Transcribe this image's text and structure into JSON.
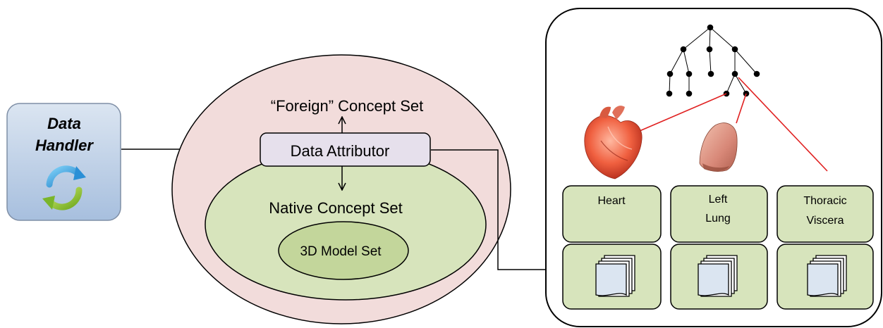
{
  "data_handler": {
    "line1": "Data",
    "line2": "Handler"
  },
  "concepts": {
    "foreign": "“Foreign” Concept Set",
    "attributor": "Data Attributor",
    "native": "Native Concept Set",
    "model_set": "3D Model Set"
  },
  "organs": [
    {
      "lines": [
        "Heart"
      ]
    },
    {
      "lines": [
        "Left",
        "Lung"
      ]
    },
    {
      "lines": [
        "Thoracic",
        "Viscera"
      ]
    }
  ],
  "colors": {
    "handler_fill": "#b9cde5",
    "outer_ellipse": "#f2dcdb",
    "native_ellipse": "#d7e4bc",
    "model_ellipse": "#c3d69b",
    "organ_box": "#d7e4bc",
    "attributor_fill": "#e6e0ec",
    "link_red": "#e02020"
  },
  "icons": {
    "handler": "refresh-cycle-icon",
    "heart": "heart-organ-image",
    "lung": "lung-organ-image",
    "document": "document-stack-icon",
    "tree": "ontology-tree"
  }
}
